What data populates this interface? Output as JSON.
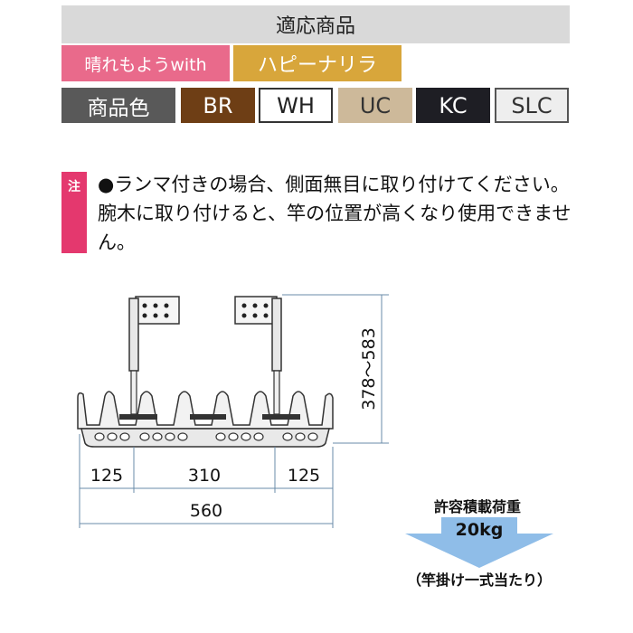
{
  "header": {
    "title": "適応商品"
  },
  "products": {
    "first": "晴れもようwith",
    "second": "ハピーナリラ"
  },
  "colors": {
    "label": "商品色",
    "items": [
      {
        "code": "BR",
        "hex": "#6e3e15"
      },
      {
        "code": "WH",
        "hex": "#ffffff"
      },
      {
        "code": "UC",
        "hex": "#cdb99a"
      },
      {
        "code": "KC",
        "hex": "#1e1e24"
      },
      {
        "code": "SLC",
        "hex": "#eeeeee"
      }
    ]
  },
  "note": {
    "tag": "注",
    "text": "●ランマ付きの場合、側面無目に取り付けてください。腕木に取り付けると、竿の位置が高くなり使用できません。"
  },
  "dimensions": {
    "height_range": "378～583",
    "left_offset": "125",
    "center_span": "310",
    "right_offset": "125",
    "total_width": "560"
  },
  "load": {
    "title": "許容積載荷重",
    "value": "20kg",
    "note": "（竿掛け一式当たり）"
  }
}
